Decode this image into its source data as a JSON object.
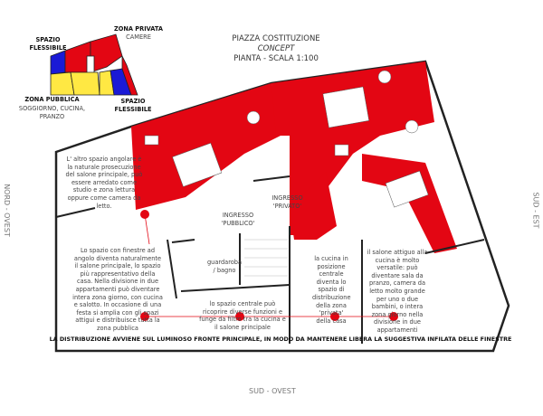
{
  "header": {
    "line1": "PIAZZA COSTITUZIONE",
    "line2": "CONCEPT",
    "line3": "PIANTA - SCALA 1:100"
  },
  "legend": {
    "spazio_flessibile_top": "SPAZIO FLESSIBILE",
    "zona_privata": "ZONA PRIVATA",
    "zona_privata_sub": "CAMERE",
    "zona_pubblica": "ZONA PUBBLICA",
    "zona_pubblica_sub": "SOGGIORNO, CUCINA, PRANZO",
    "spazio_flessibile_bottom": "SPAZIO FLESSIBILE",
    "colors": {
      "private": "#e30613",
      "public": "#ffe843",
      "flexible": "#1a1ad6"
    }
  },
  "orientation": {
    "left": "NORD - OVEST",
    "right": "SUD - EST",
    "bottom": "SUD - OVEST"
  },
  "labels": {
    "ingresso_pubblico": "INGRESSO 'PUBBLICO'",
    "ingresso_privato": "INGRESSO 'PRIVATO'",
    "guardaroba": "guardaroba / bagno"
  },
  "notes": {
    "angolare": "L' altro spazio angolare è la naturale prosecuzione del salone principale, può essere arredato come studio e zona lettura oppure come camera da letto.",
    "salone": "Lo spazio con finestre ad angolo diventa naturalmente il salone principale, lo spazio più rappresentativo della casa. Nella divisione in due appartamenti può diventare intera zona giorno, con cucina e salotto. In occasione di una festa si amplia con gli spazi attigui e distribuisce tutta la zona pubblica",
    "centrale": "lo spazio centrale può ricoprire diverse funzioni e funge da filtro tra la cucina e il salone principale",
    "cucina": "la cucina in posizione centrale diventa lo spazio di distribuzione della zona 'privata' della casa",
    "salone_attiguo": "il salone attiguo alla cucina è molto versatile: può diventare sala da pranzo, camera da letto molto grande per uno o due bambini, o intera zona giorno nella divisione in due appartamenti"
  },
  "footer_caption": "LA DISTRIBUZIONE AVVIENE SUL LUMINOSO FRONTE PRINCIPALE, IN MODO DA MANTENERE LIBERA LA SUGGESTIVA INFILATA DELLE FINESTRE",
  "accent": "#e30613"
}
